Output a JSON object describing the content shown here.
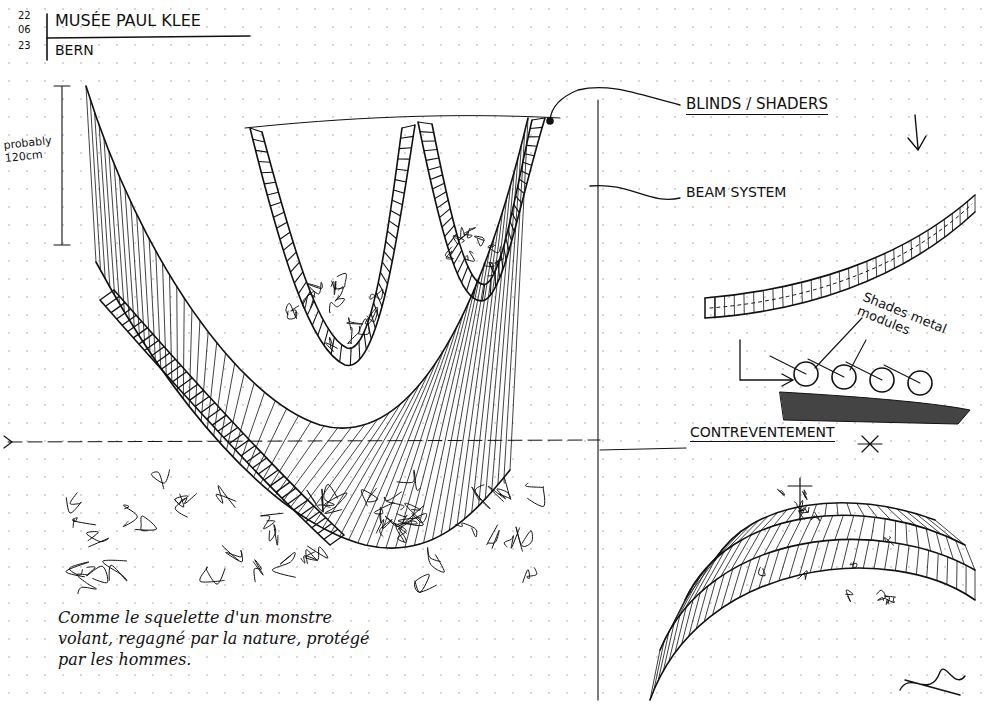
{
  "diagram": {
    "title": "MUSÉE PAUL KLEE",
    "caption": "Comme le squelette d'un monstre volant, regagné par la nature, protégé par les hommes.",
    "labels": [
      "22",
      "06",
      "23",
      "BERN",
      "probably 120cm",
      "BLINDS / SHADERS",
      "BEAM SYSTEM",
      "Shades metal modules",
      "CONTREVENTEMENT"
    ]
  }
}
